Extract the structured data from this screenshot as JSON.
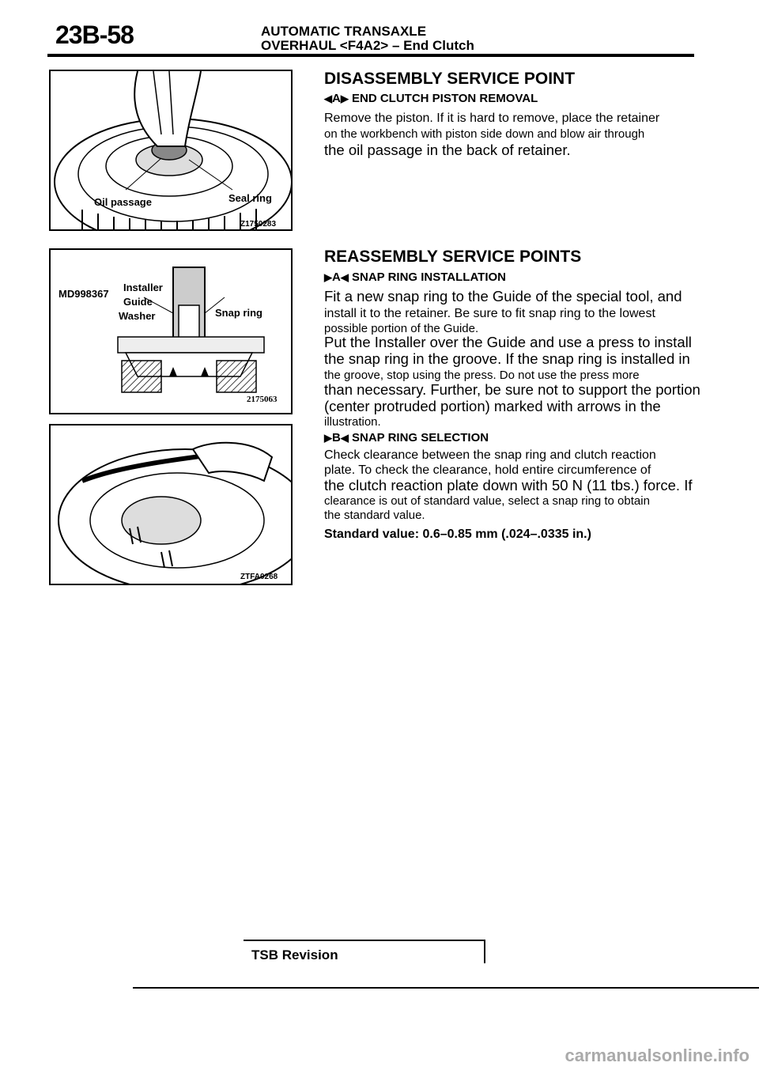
{
  "header": {
    "page_number": "23B-58",
    "title_line1": "AUTOMATIC  TRANSAXLE",
    "title_line2": "OVERHAUL <F4A2>  – End Clutch"
  },
  "figures": [
    {
      "code": "Z1750283",
      "labels": [
        "Oil passage",
        "Seal ring"
      ]
    },
    {
      "code": "2175063",
      "labels": [
        "MD998367",
        "Installer",
        "Guide",
        "Washer",
        "Snap ring"
      ]
    },
    {
      "code": "ZTFA0268",
      "labels": []
    }
  ],
  "sections": {
    "disassembly_title": "DISASSEMBLY SERVICE POINT",
    "a_marker": "A",
    "a_title": "END CLUTCH PISTON REMOVAL",
    "a_lines": [
      "Remove the piston. If it is hard to remove, place the retainer",
      "on the workbench with piston side down and blow air through",
      "the oil passage in the back of retainer."
    ],
    "reassembly_title": "REASSEMBLY SERVICE POINTS",
    "ra_marker": "A",
    "ra_title": "SNAP RING INSTALLATION",
    "ra_lines": [
      "Fit a new snap ring to the Guide of the special tool, and",
      "install it to the retainer. Be sure to fit snap ring to the lowest",
      "possible portion of the Guide.",
      "Put the Installer over the Guide and use a press to install",
      "the snap ring in the groove. If the snap ring is installed in",
      "the groove, stop using the press. Do not use the press more",
      "than necessary. Further, be sure not to support the portion",
      "(center protruded portion) marked with arrows in the",
      "illustration."
    ],
    "rb_marker": "B",
    "rb_title": "SNAP RING SELECTION",
    "rb_lines": [
      "Check clearance between the snap ring and clutch reaction",
      "plate. To check the clearance, hold entire circumference of",
      "the clutch reaction plate down with 50 N (11 tbs.) force. If",
      "clearance is out of standard value, select a snap ring to obtain",
      "the standard value."
    ],
    "standard_value": "Standard value: 0.6–0.85 mm (.024–.0335 in.)"
  },
  "footer": {
    "tsb": "TSB Revision",
    "watermark": "carmanualsonline.info"
  }
}
